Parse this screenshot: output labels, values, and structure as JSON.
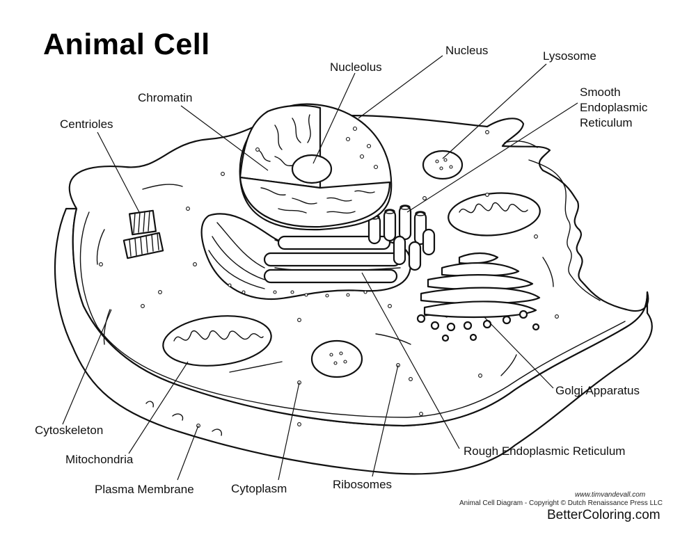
{
  "title": "Animal Cell",
  "labels": {
    "nucleus": "Nucleus",
    "nucleolus": "Nucleolus",
    "lysosome": "Lysosome",
    "smooth_er_line1": "Smooth",
    "smooth_er_line2": "Endoplasmic",
    "smooth_er_line3": "Reticulum",
    "chromatin": "Chromatin",
    "centrioles": "Centrioles",
    "golgi": "Golgi Apparatus",
    "rough_er": "Rough Endoplasmic Reticulum",
    "cytoskeleton": "Cytoskeleton",
    "mitochondria": "Mitochondria",
    "plasma_membrane": "Plasma Membrane",
    "cytoplasm": "Cytoplasm",
    "ribosomes": "Ribosomes"
  },
  "credits": {
    "website": "www.timvandevall.com",
    "copyright": "Animal Cell Diagram - Copyright © Dutch Renaissance Press LLC",
    "watermark": "BetterColoring.com"
  }
}
